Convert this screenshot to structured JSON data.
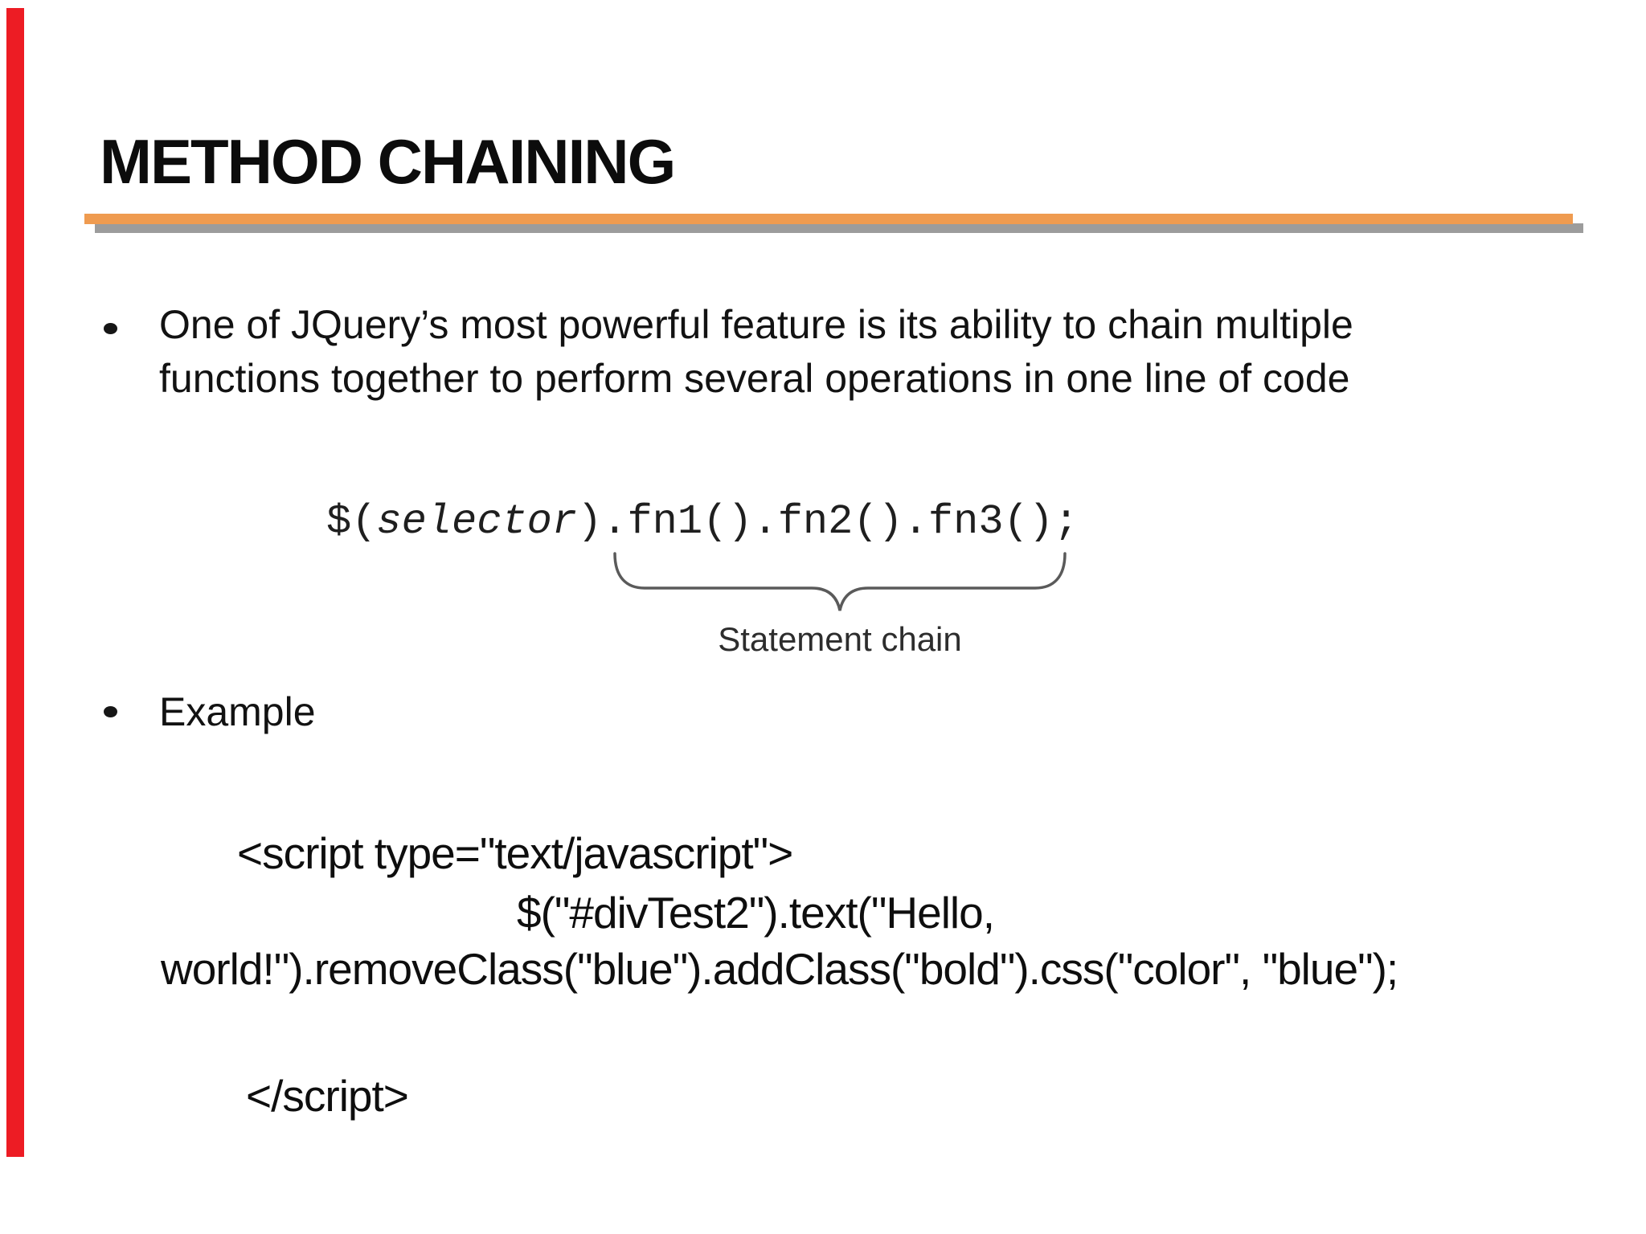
{
  "slide": {
    "title": "METHOD CHAINING",
    "colors": {
      "accent_rule": "#EF9B50",
      "rule_shadow": "#9C9C9C",
      "edge_bar": "#ED1C24",
      "text": "#111111"
    },
    "bullets": [
      {
        "text": "One of JQuery’s most powerful feature is its ability to chain multiple functions together to perform several operations in one line of code"
      },
      {
        "text": "Example"
      }
    ],
    "figure": {
      "code_prefix": "$(",
      "code_selector": "selector",
      "code_suffix": ").fn1().fn2().fn3();",
      "brace_label": "Statement chain"
    },
    "code_block": {
      "line1": "<script type=\"text/javascript\">",
      "line2": "$(\"#divTest2\").text(\"Hello,",
      "line3": "world!\").removeClass(\"blue\").addClass(\"bold\").css(\"color\", \"blue\");",
      "line4": "</script>"
    }
  }
}
